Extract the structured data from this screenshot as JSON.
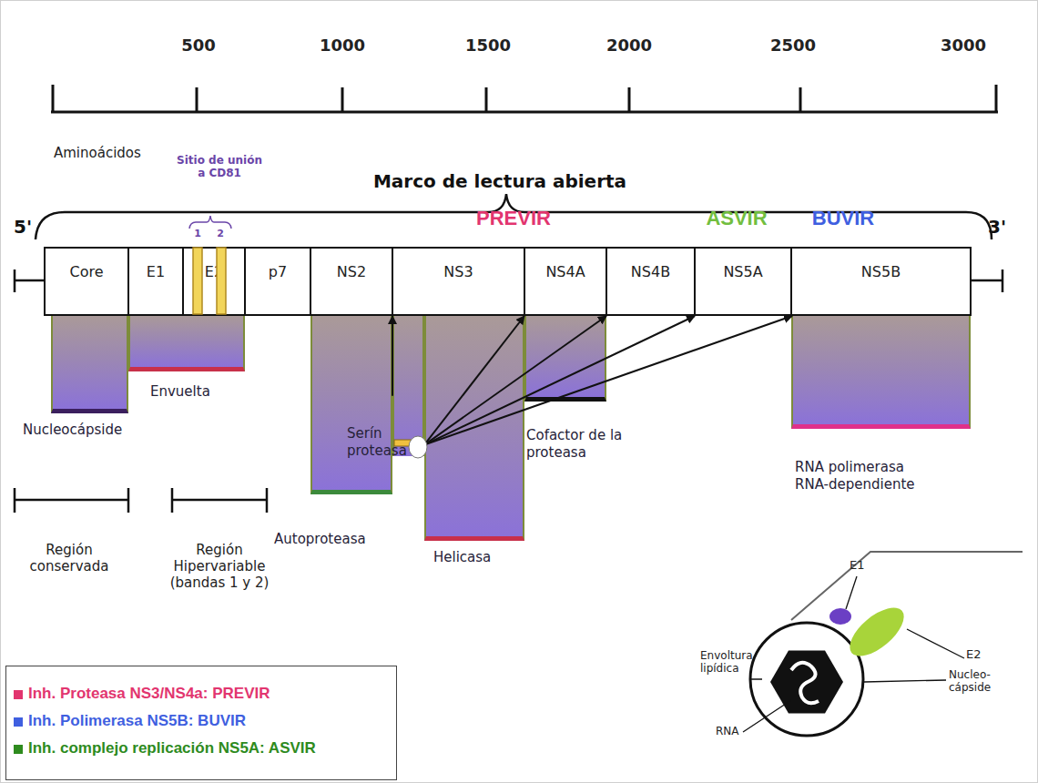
{
  "diagram": {
    "nodes": [
      {
        "text": [
          "Core"
        ]
      },
      {
        "text": [
          "E1"
        ]
      },
      {
        "text": [
          "E2"
        ]
      },
      {
        "text": [
          "p7"
        ]
      },
      {
        "text": [
          "NS2"
        ]
      },
      {
        "text": [
          "NS3"
        ]
      },
      {
        "text": [
          "NS4A"
        ]
      },
      {
        "text": [
          "NS4B"
        ]
      },
      {
        "text": [
          "NS5A"
        ]
      },
      {
        "text": [
          "NS5B"
        ]
      },
      {
        "text": [
          "Nucleocápside"
        ]
      },
      {
        "text": [
          "Envuelta"
        ]
      },
      {
        "text": [
          "Autoproteasa"
        ]
      },
      {
        "text": [
          "Serín proteasa"
        ]
      },
      {
        "text": [
          "Helicasa"
        ]
      },
      {
        "text": [
          "Cofactor de la proteasa"
        ]
      },
      {
        "text": [
          "RNA polimerasa RNA-dependiente"
        ]
      }
    ],
    "edges": [
      {
        "from": 12,
        "to": 5,
        "arrow": "to"
      },
      {
        "from": 13,
        "to": 6,
        "arrow": "to"
      },
      {
        "from": 13,
        "to": 7,
        "arrow": "to"
      },
      {
        "from": 13,
        "to": 8,
        "arrow": "to"
      },
      {
        "from": 13,
        "to": 9,
        "arrow": "to"
      }
    ],
    "labels": [
      "500",
      "1000",
      "1500",
      "2000",
      "2500",
      "3000",
      "Aminoácidos",
      "Marco de lectura abierta",
      "Sitio de unión a CD81",
      "1",
      "2",
      "5'",
      "3'",
      "PREVIR",
      "ASVIR",
      "BUVIR",
      "Región conservada",
      "Región Hipervariable (bandas 1 y 2)",
      "Envoltura lipídica",
      "RNA",
      "E1",
      "E2",
      "Nucleo- cápside"
    ],
    "legend": [
      {
        "text": "Inh. Proteasa NS3/NS4a: PREVIR",
        "color": "#e2356f"
      },
      {
        "text": "Inh. Polimerasa NS5B: BUVIR",
        "color": "#3f5fe0"
      },
      {
        "text": "Inh. complejo replicación NS5A: ASVIR",
        "color": "#2e8b1e"
      }
    ]
  }
}
